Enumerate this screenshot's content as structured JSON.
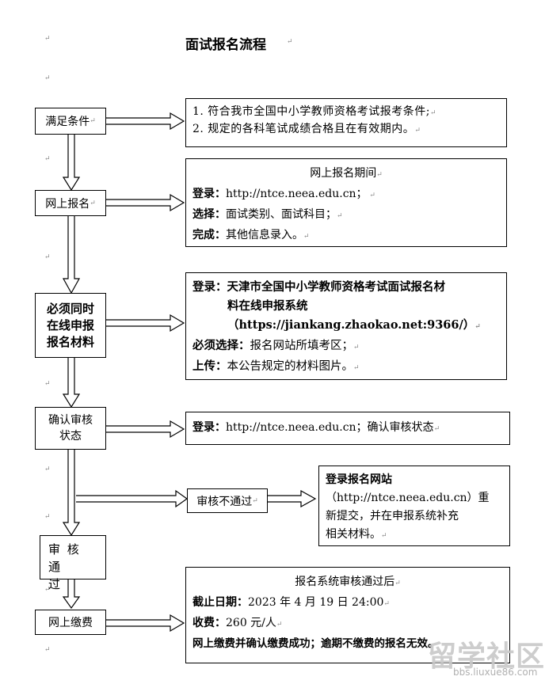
{
  "title": "面试报名流程",
  "steps": {
    "s1": "满足条件",
    "s2": "网上报名",
    "s3": "必须同时在线申报报名材料",
    "s4a": "确认审核",
    "s4b": "状态",
    "s5": "审核不通过",
    "s6a": "审 核 通",
    "s6b": "过",
    "s7": "网上缴费"
  },
  "info1": {
    "l1": "1.  符合我市全国中小学教师资格考试报考条件;",
    "l2": "2.  规定的各科笔试成绩合格且在有效期内。"
  },
  "info2": {
    "head": "网上报名期间",
    "l1k": "登录：",
    "l1v": "http://ntce.neea.edu.cn；",
    "l2k": "选择：",
    "l2v": "面试类别、面试科目；",
    "l3k": "完成：",
    "l3v": "其他信息录入。"
  },
  "info3": {
    "l1k": "登录：",
    "l1v": "天津市全国中小学教师资格考试面试报名材",
    "l1v2": "料在线申报系统",
    "l1v3": "（https://jiankang.zhaokao.net:9366/）",
    "l2k": "必须选择：",
    "l2v": "报名网站所填考区；",
    "l3k": "上传：",
    "l3v": "本公告规定的材料图片。"
  },
  "info4": {
    "k": "登录：",
    "v": "http://ntce.neea.edu.cn；确认审核状态"
  },
  "info5": {
    "head": "登录报名网站",
    "l1": "（http://ntce.neea.edu.cn）重",
    "l2": "新提交，并在申报系统补充",
    "l3": "相关材料。"
  },
  "info6": {
    "head": "报名系统审核通过后",
    "l1k": "截止日期：",
    "l1v": "2023 年 4 月 19 日 24:00",
    "l2k": "收费：",
    "l2v": "260 元/人",
    "l3": "网上缴费并确认缴费成功；逾期不缴费的报名无效。"
  },
  "watermark": {
    "main": "留学社区",
    "sub": "bbs.liuxue86.com"
  },
  "colors": {
    "line": "#000000",
    "mark": "#888888",
    "watermark": "#c8c8c8"
  }
}
